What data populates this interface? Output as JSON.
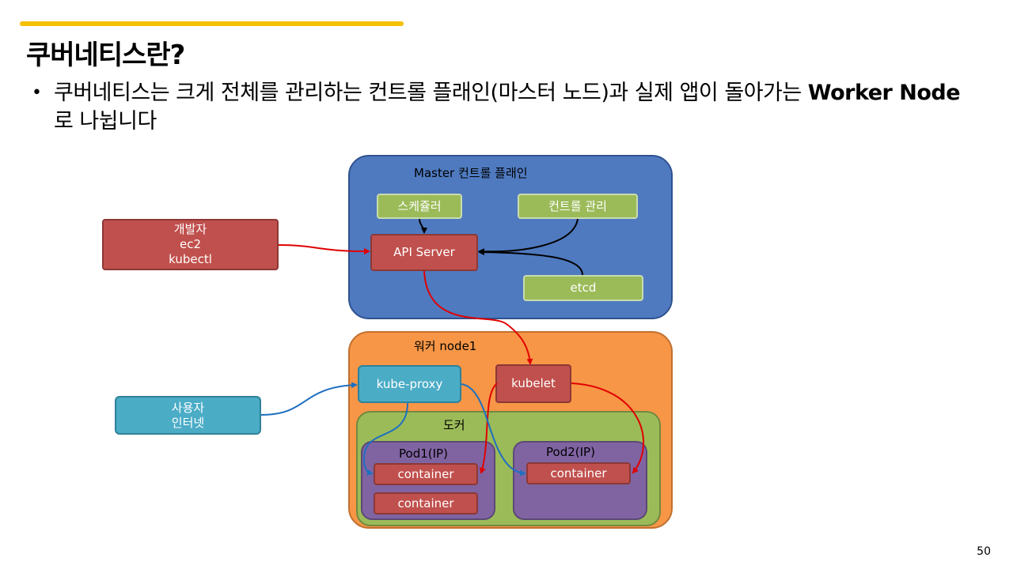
{
  "title": "쿠버네티스란?",
  "bullet": {
    "text_1": "쿠버네티스는 크게 전체를 관리하는 컨트롤 플래인(마스터 노드)과 실제 앱이 돌아가는 ",
    "bold": "Worker Node",
    "text_2": "로 나뉩니다"
  },
  "page_number": "50",
  "colors": {
    "accent": "#f5c000",
    "master": "#4f7ac0",
    "worker": "#f79646",
    "docker": "#9bbb59",
    "pod": "#8064a2",
    "component": "#c0504d",
    "green": "#9bbb59",
    "cyan": "#4bacc6",
    "arrow_red": "#e00000",
    "arrow_blue": "#1f6fc0"
  },
  "diagram": {
    "master_label": "Master 컨트롤 플래인",
    "scheduler": "스케쥴러",
    "controller": "컨트롤 관리",
    "api_server": "API Server",
    "etcd": "etcd",
    "developer": {
      "line1": "개발자",
      "line2": "ec2",
      "line3": "kubectl"
    },
    "worker_label": "워커 node1",
    "kube_proxy": "kube-proxy",
    "kubelet": "kubelet",
    "docker_label": "도커",
    "pod1_label": "Pod1(IP)",
    "pod2_label": "Pod2(IP)",
    "container": "container",
    "user": {
      "line1": "사용자",
      "line2": "인터넷"
    }
  }
}
